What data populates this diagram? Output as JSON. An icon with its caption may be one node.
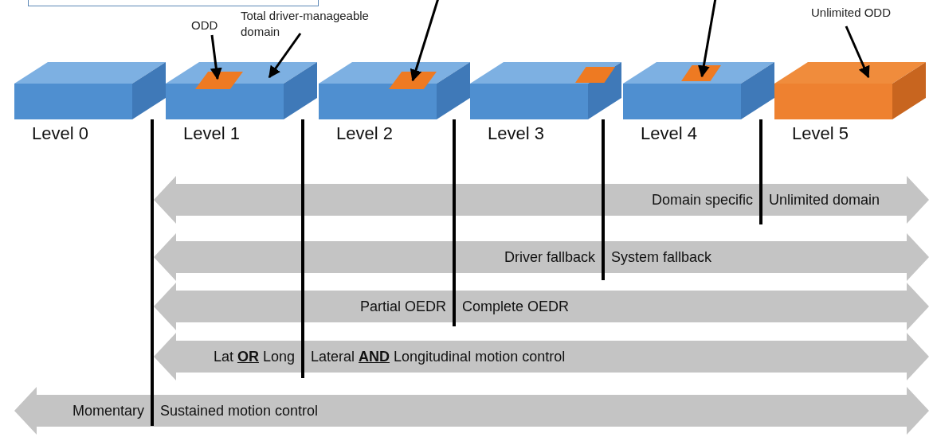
{
  "diagram": {
    "nodes": [
      {
        "text": [],
        "shape": "box"
      },
      {
        "text": [
          "ODD"
        ]
      },
      {
        "text": [
          "Total driver-manageable domain"
        ]
      },
      {
        "text": [
          "Unlimited ODD"
        ]
      },
      {
        "text": [
          "Level 0"
        ]
      },
      {
        "text": [
          "Level 1"
        ]
      },
      {
        "text": [
          "Level 2"
        ]
      },
      {
        "text": [
          "Level 3"
        ]
      },
      {
        "text": [
          "Level 4"
        ]
      },
      {
        "text": [
          "Level 5"
        ]
      },
      {
        "text": [],
        "shape": "box",
        "in": 5
      },
      {
        "text": [],
        "shape": "box",
        "in": 6
      },
      {
        "text": [],
        "shape": "box",
        "in": 7
      },
      {
        "text": [],
        "shape": "box",
        "in": 8
      },
      {
        "text": [
          "Domain specific",
          "Unlimited domain"
        ]
      },
      {
        "text": [
          "Driver fallback",
          "System fallback"
        ]
      },
      {
        "text": [
          "Partial OEDR",
          "Complete OEDR"
        ]
      },
      {
        "text": [
          "Lat **OR** Long",
          "Lateral **AND** Longitudinal motion control"
        ]
      },
      {
        "text": [
          "Momentary",
          "Sustained motion control"
        ]
      }
    ],
    "edges": [
      {
        "from": 1,
        "to": 10,
        "arrow": "to"
      },
      {
        "from": 2,
        "to": 5,
        "arrow": "to"
      },
      {
        "from": null,
        "to": 11,
        "arrow": "to"
      },
      {
        "from": null,
        "to": 13,
        "arrow": "to"
      },
      {
        "from": 3,
        "to": 9,
        "arrow": "to"
      }
    ]
  }
}
